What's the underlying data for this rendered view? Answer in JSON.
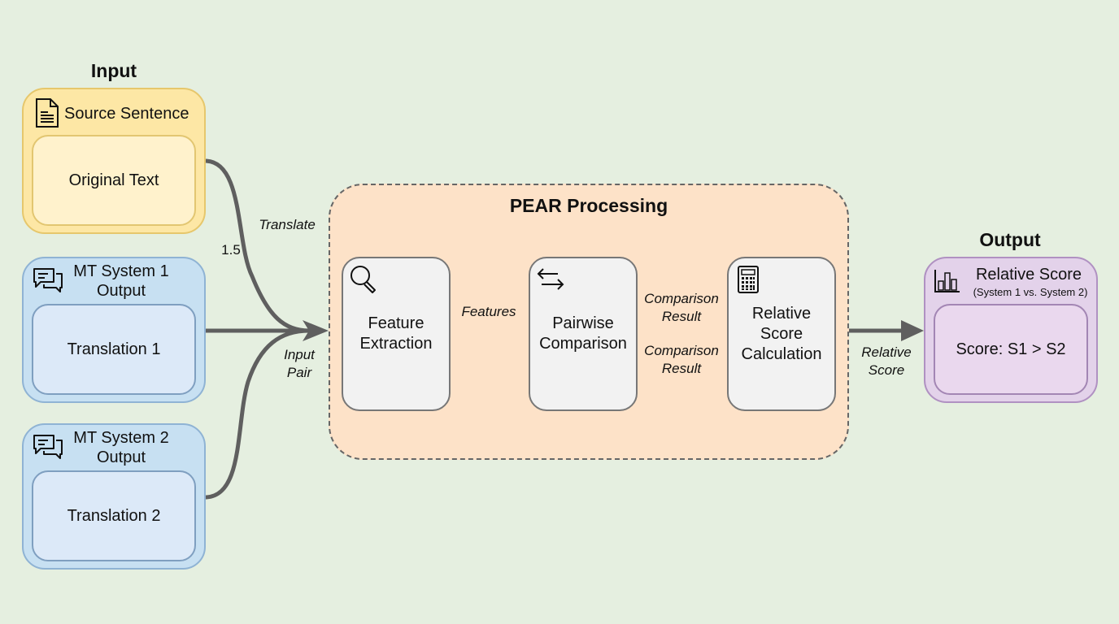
{
  "diagram": {
    "input_section": {
      "title": "Input",
      "source": {
        "header": "Source Sentence",
        "icon": "document-icon",
        "content": "Original Text"
      },
      "system1": {
        "header_line1": "MT System 1",
        "header_line2": "Output",
        "icon": "chat-bubbles-icon",
        "content": "Translation 1"
      },
      "system2": {
        "header_line1": "MT System 2",
        "header_line2": "Output",
        "icon": "chat-bubbles-icon",
        "content": "Translation 2"
      }
    },
    "edges": {
      "translate": "Translate",
      "weight": "1.5",
      "input_pair_line1": "Input",
      "input_pair_line2": "Pair",
      "features": "Features",
      "comparison_result_top_line1": "Comparison",
      "comparison_result_top_line2": "Result",
      "comparison_result_bottom_line1": "Comparison",
      "comparison_result_bottom_line2": "Result",
      "relative_score_line1": "Relative",
      "relative_score_line2": "Score"
    },
    "processing": {
      "title": "PEAR Processing",
      "steps": [
        {
          "line1": "Feature",
          "line2": "Extraction",
          "icon": "magnifier-icon"
        },
        {
          "line1": "Pairwise",
          "line2": "Comparison",
          "icon": "swap-arrows-icon"
        },
        {
          "line1": "Relative",
          "line2": "Score",
          "line3": "Calculation",
          "icon": "calculator-icon"
        }
      ]
    },
    "output_section": {
      "title": "Output",
      "header": "Relative Score",
      "subheader": "(System 1 vs. System 2)",
      "icon": "bar-chart-icon",
      "content": "Score: S1 > S2"
    }
  },
  "colors": {
    "background": "#e5efe0",
    "input_source": "#fde7a5",
    "input_mt": "#c7e0f2",
    "processing": "#fde2c8",
    "output": "#e3d2ea",
    "arrow": "#5f5f5f"
  }
}
